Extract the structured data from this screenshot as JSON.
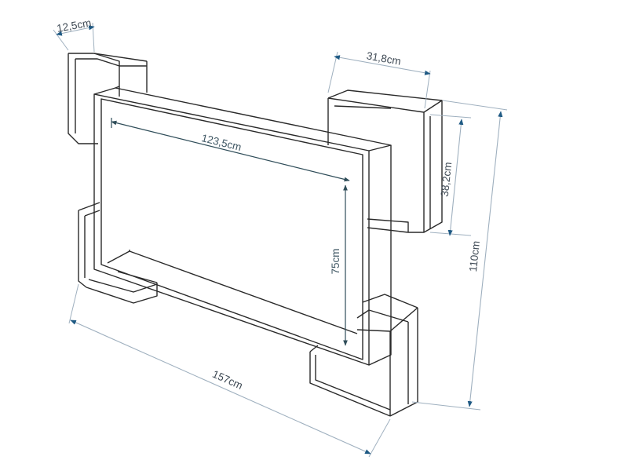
{
  "dimensions": {
    "depth": "12,5cm",
    "side_shelf_width": "31,8cm",
    "side_shelf_height": "38,2cm",
    "total_height": "110cm",
    "screen_width": "123,5cm",
    "screen_height": "75cm",
    "total_width": "157cm"
  },
  "colors": {
    "line": "#2a2a2a",
    "dimension_line": "#9fb0bf",
    "arrow": "#1f5a84",
    "inner_line": "#2f4d59",
    "text": "#3f4a55"
  }
}
